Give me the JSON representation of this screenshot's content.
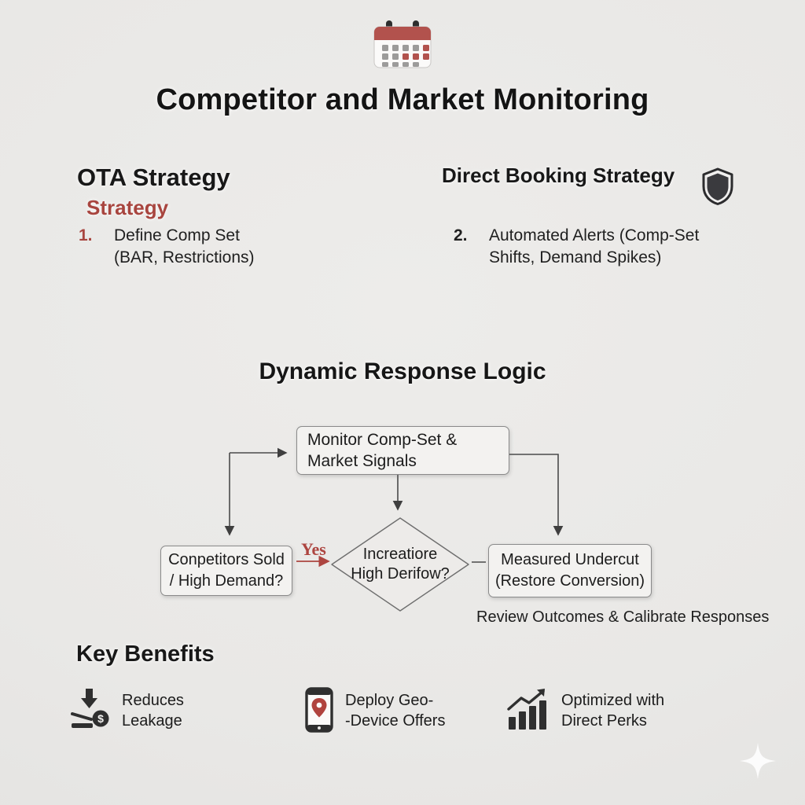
{
  "header": {
    "icon": "calendar-icon",
    "title": "Competitor and Market Monitoring"
  },
  "ota_strategy": {
    "heading": "OTA Strategy",
    "subheading": "Strategy",
    "number": "1.",
    "line1": "Define Comp Set",
    "line2": "(BAR, Restrictions)"
  },
  "direct_booking": {
    "heading": "Direct Booking Strategy",
    "icon": "shield-icon",
    "number": "2.",
    "line1": "Automated Alerts (Comp-Set",
    "line2": "Shifts, Demand Spikes)"
  },
  "flowchart": {
    "heading": "Dynamic Response Logic",
    "monitor_box": {
      "line1": "Monitor Comp-Set &",
      "line2": "Market Signals"
    },
    "left_box": {
      "line1": "Conpetitors Sold",
      "line2": "/ High Demand?"
    },
    "decision_diamond": {
      "line1": "Increatiore",
      "line2": "High Derifow?"
    },
    "right_box": {
      "line1": "Measured Undercut",
      "line2": "(Restore Conversion)"
    },
    "yes_label": "Yes",
    "footnote": "Review Outcomes & Calibrate Responses"
  },
  "benefits": {
    "heading": "Key Benefits",
    "items": [
      {
        "icon": "money-leakage-down-arrow-icon",
        "line1": "Reduces",
        "line2": "Leakage"
      },
      {
        "icon": "phone-geo-pin-icon",
        "line1": "Deploy Geo-",
        "line2": "-Device Offers"
      },
      {
        "icon": "growth-bar-chart-icon",
        "line1": "Optimized with",
        "line2": "Direct Perks"
      }
    ]
  },
  "decor": {
    "sparkle": "sparkle-icon"
  },
  "colors": {
    "accent_red": "#a8453f",
    "calendar_red": "#b2524d",
    "text_dark": "#1c1c1c",
    "background": "#e9e8e6",
    "line_gray": "#4a4a4a"
  }
}
